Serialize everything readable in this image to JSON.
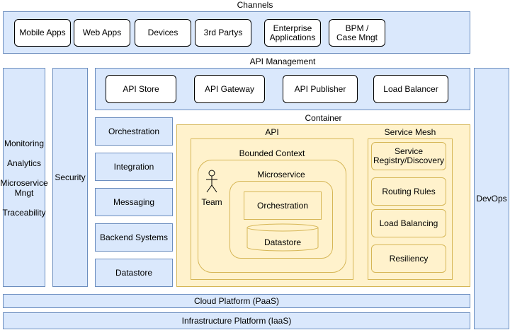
{
  "channels": {
    "title": "Channels",
    "items": [
      "Mobile Apps",
      "Web Apps",
      "Devices",
      "3rd Partys",
      "Enterprise\nApplications",
      "BPM /\nCase Mngt"
    ]
  },
  "api_management": {
    "title": "API Management",
    "items": [
      "API Store",
      "API Gateway",
      "API Publisher",
      "Load Balancer"
    ]
  },
  "monitoring": {
    "items": [
      "Monitoring",
      "Analytics",
      "Microservice\nMngt",
      "Traceability"
    ]
  },
  "security": {
    "label": "Security"
  },
  "left_services": [
    "Orchestration",
    "Integration",
    "Messaging",
    "Backend Systems",
    "Datastore"
  ],
  "container": {
    "title": "Container",
    "api": {
      "title": "API",
      "bounded_context": {
        "title": "Bounded Context",
        "team_label": "Team",
        "microservice": {
          "title": "Microservice",
          "orchestration": "Orchestration",
          "datastore": "Datastore"
        }
      }
    },
    "service_mesh": {
      "title": "Service Mesh",
      "items": [
        "Service\nRegistry/Discovery",
        "Routing Rules",
        "Load Balancing",
        "Resiliency"
      ]
    }
  },
  "devops": {
    "label": "DevOps"
  },
  "cloud_platform": {
    "label": "Cloud Platform (PaaS)"
  },
  "infrastructure_platform": {
    "label": "Infrastructure Platform (IaaS)"
  },
  "colors": {
    "blue_fill": "#dae8fc",
    "blue_stroke": "#6c8ebf",
    "yellow_fill": "#fff2cc",
    "yellow_stroke": "#d6b656"
  }
}
